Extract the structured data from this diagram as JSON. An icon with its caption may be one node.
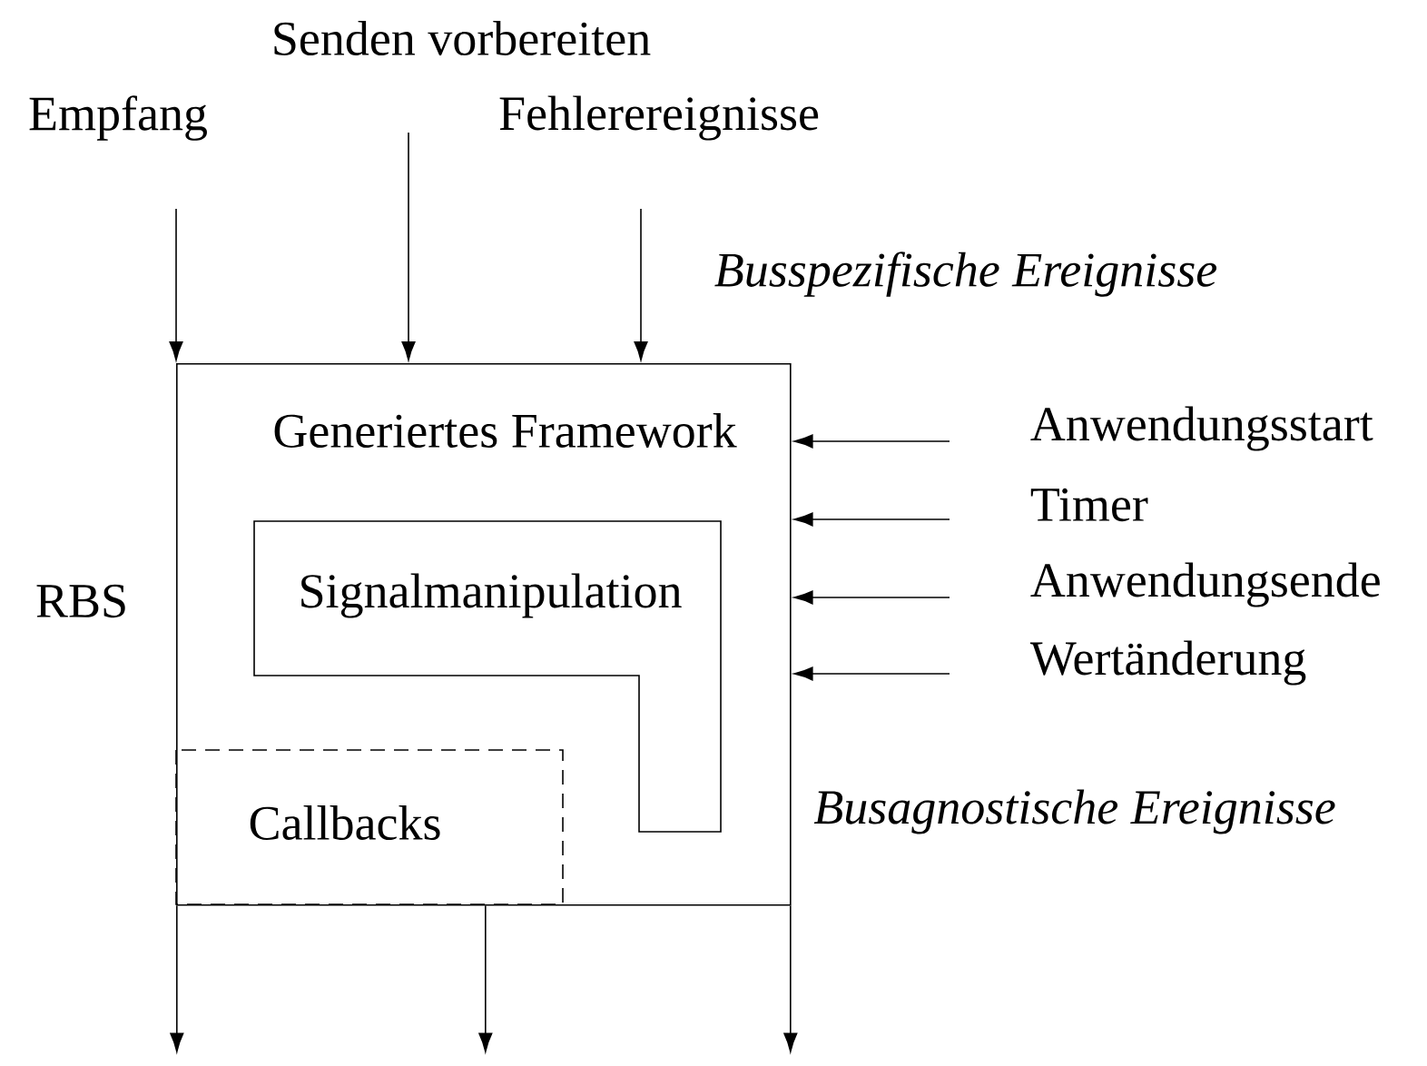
{
  "diagram": {
    "nodes": [
      {
        "text": [
          "Generiertes Framework"
        ]
      },
      {
        "text": [
          "Signalmanipulation"
        ],
        "in": 0
      },
      {
        "text": [
          "Callbacks"
        ],
        "in": 0
      },
      {
        "text": [
          "Empfang"
        ]
      },
      {
        "text": [
          "Senden vorbereiten"
        ]
      },
      {
        "text": [
          "Fehlerereignisse"
        ]
      },
      {
        "text": [
          "Anwendungsstart"
        ]
      },
      {
        "text": [
          "Timer"
        ]
      },
      {
        "text": [
          "Anwendungsende"
        ]
      },
      {
        "text": [
          "Wertänderung"
        ]
      }
    ],
    "edges": [
      {
        "from": 3,
        "to": 0,
        "arrow": "to"
      },
      {
        "from": 4,
        "to": 0,
        "arrow": "to"
      },
      {
        "from": 5,
        "to": 0,
        "arrow": "to"
      },
      {
        "from": 6,
        "to": 0,
        "arrow": "to"
      },
      {
        "from": 7,
        "to": 0,
        "arrow": "to"
      },
      {
        "from": 8,
        "to": 0,
        "arrow": "to"
      },
      {
        "from": 9,
        "to": 0,
        "arrow": "to"
      },
      {
        "from": 0,
        "to": null,
        "arrow": "to"
      },
      {
        "from": 0,
        "to": null,
        "arrow": "to"
      },
      {
        "from": 0,
        "to": null,
        "arrow": "to"
      }
    ],
    "labels": [
      "Busspezifische Ereignisse",
      "RBS",
      "Busagnostische Ereignisse"
    ]
  }
}
